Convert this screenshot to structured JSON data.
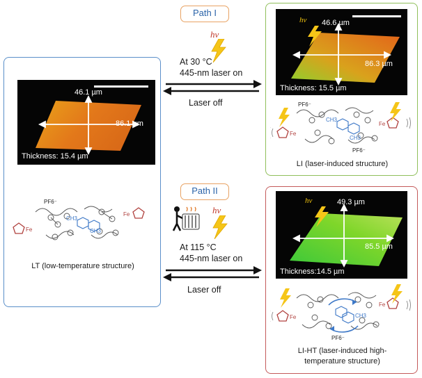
{
  "path1": {
    "label": "Path I",
    "temperature": "At 30 °C",
    "laser_on": "445-nm laser on",
    "laser_off": "Laser off",
    "hv": "hν"
  },
  "path2": {
    "label": "Path II",
    "temperature": "At 115 °C",
    "laser_on": "445-nm laser on",
    "laser_off": "Laser off",
    "hv": "hν"
  },
  "lt": {
    "width": "46.1 µm",
    "length": "86.1 µm",
    "thickness": "Thickness: 15.4 µm",
    "caption": "LT (low-temperature structure)",
    "anion_top": "PF6⁻",
    "ch3_a": "CH3",
    "ch3_b": "CH3",
    "fe_left": "Fe",
    "fe_right": "Fe"
  },
  "li": {
    "width": "46.6 µm",
    "length": "86.3 µm",
    "thickness": "Thickness: 15.5 µm",
    "caption": "LI (laser-induced structure)",
    "hv": "hν",
    "anion_top": "PF6⁻",
    "anion_bottom": "PF6⁻",
    "ch3_a": "CH3",
    "ch3_b": "CH3",
    "fe_left": "Fe",
    "fe_right": "Fe"
  },
  "liht": {
    "width": "49.3 µm",
    "length": "85.5 µm",
    "thickness": "Thickness:14.5 µm",
    "caption_line1": "LI-HT (laser-induced high-",
    "caption_line2": "temperature structure)",
    "hv": "hν",
    "anion_bottom": "PF6⁻",
    "ch3": "CH3",
    "fe_left": "Fe",
    "fe_right": "Fe"
  },
  "colors": {
    "lt_border": "#5a8fc9",
    "li_border": "#8fbf5a",
    "liht_border": "#c45a5a",
    "path_label_border": "#e8a263",
    "path_label_text": "#2a63a8",
    "crystal_orange": "#e88a1a",
    "crystal_green": "#7fd62a",
    "lightning": "#f5c518"
  }
}
